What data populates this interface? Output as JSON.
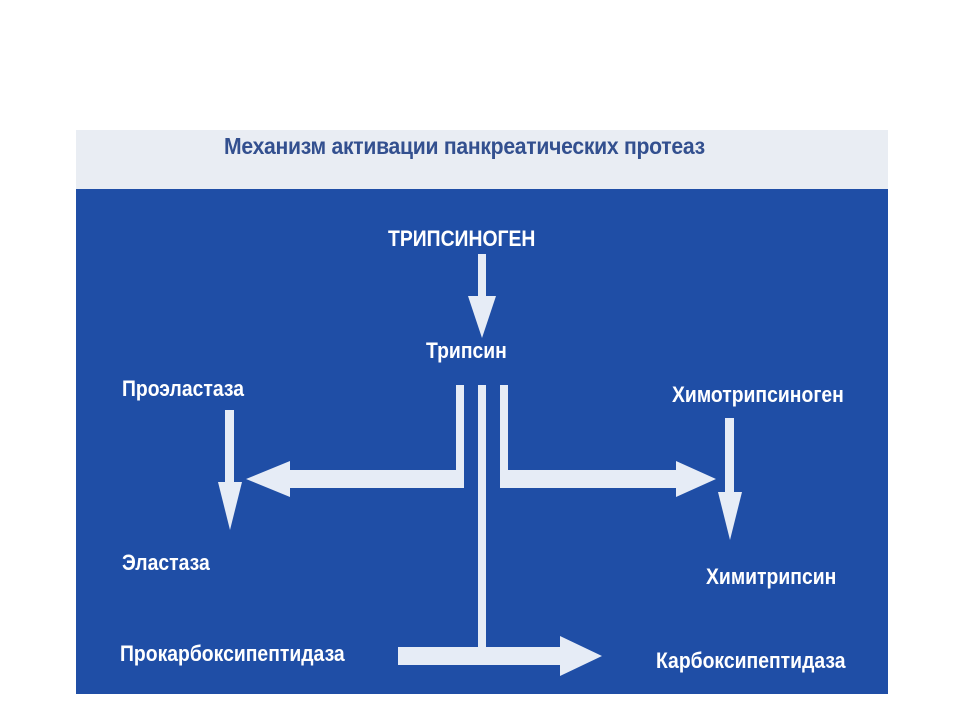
{
  "title": "Механизм активации панкреатических протеаз",
  "nodes": {
    "trypsinogen": "ТРИПСИНОГЕН",
    "trypsin": "Трипсин",
    "proelastase": "Проэластаза",
    "elastase": "Эластаза",
    "chymotrypsinogen": "Химотрипсиноген",
    "chymotrypsin": "Химитрипсин",
    "procarboxypeptidase": "Прокарбоксипептидаза",
    "carboxypeptidase": "Карбоксипептидаза"
  },
  "colors": {
    "panel": "#1f4ea6",
    "arrow": "#e6ecf6",
    "title": "#33508f"
  }
}
